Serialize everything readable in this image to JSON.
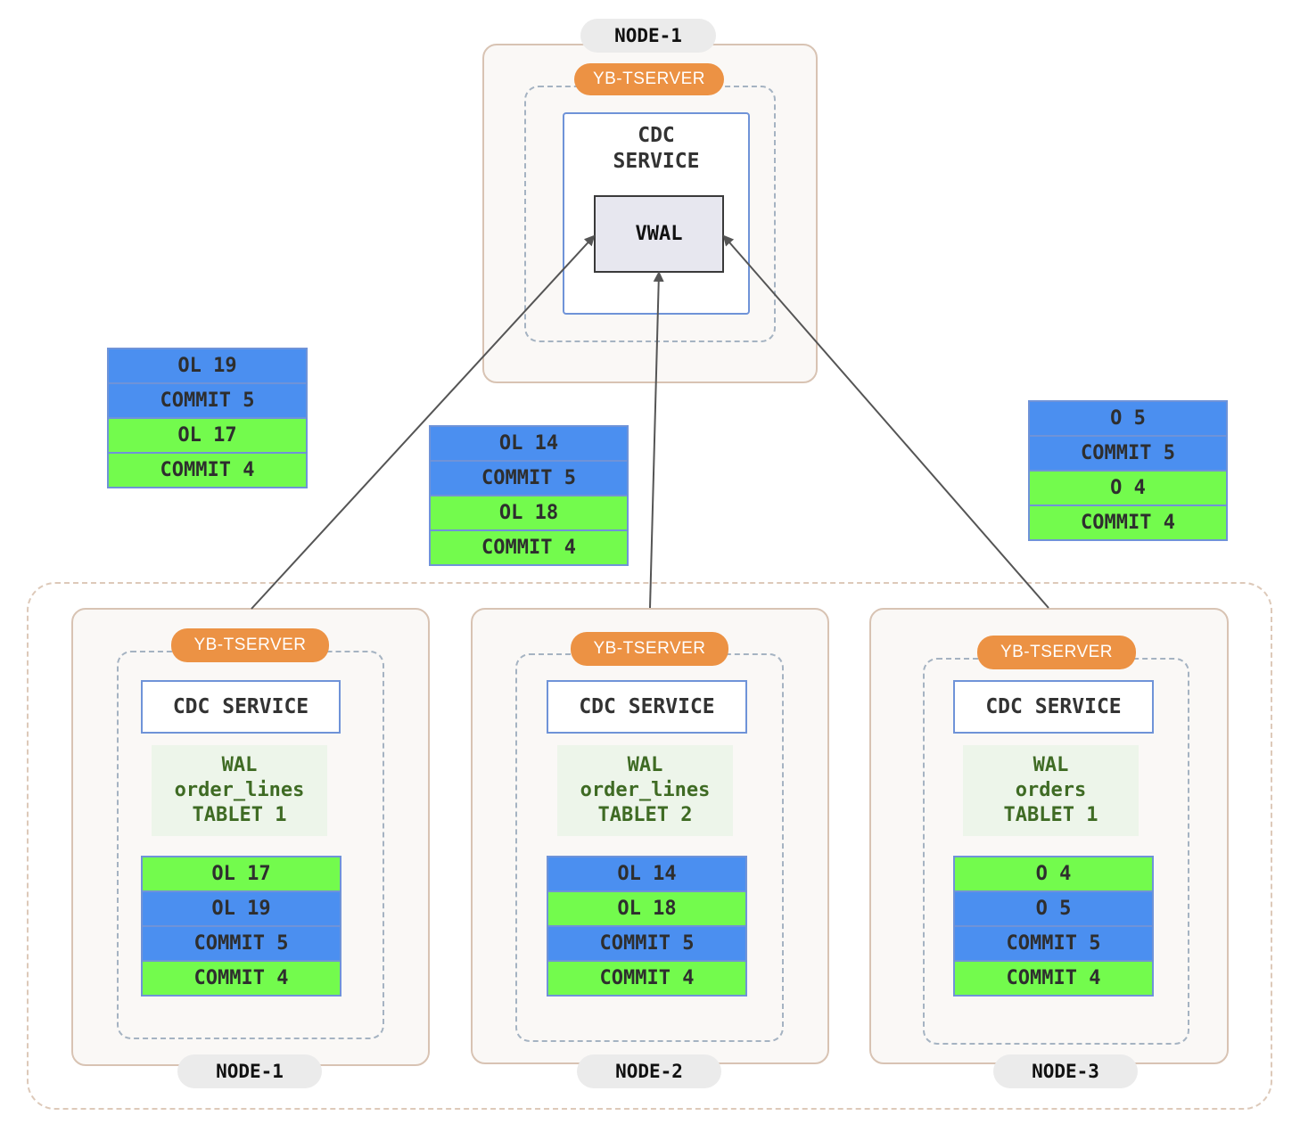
{
  "top_node": {
    "label": "NODE-1",
    "tserver_label": "YB-TSERVER",
    "service_label_line1": "CDC",
    "service_label_line2": "SERVICE",
    "vwal_label": "VWAL"
  },
  "floating_stacks": {
    "left": [
      "OL 19",
      "COMMIT 5",
      "OL 17",
      "COMMIT 4"
    ],
    "middle": [
      "OL 14",
      "COMMIT 5",
      "OL 18",
      "COMMIT 4"
    ],
    "right": [
      "O 5",
      "COMMIT 5",
      "O 4",
      "COMMIT 4"
    ]
  },
  "bottom_nodes": [
    {
      "label": "NODE-1",
      "tserver_label": "YB-TSERVER",
      "service_label": "CDC SERVICE",
      "wal": [
        "WAL",
        "order_lines",
        "TABLET 1"
      ],
      "entries": [
        "OL 17",
        "OL 19",
        "COMMIT 5",
        "COMMIT 4"
      ]
    },
    {
      "label": "NODE-2",
      "tserver_label": "YB-TSERVER",
      "service_label": "CDC SERVICE",
      "wal": [
        "WAL",
        "order_lines",
        "TABLET 2"
      ],
      "entries": [
        "OL 14",
        "OL 18",
        "COMMIT 5",
        "COMMIT 4"
      ]
    },
    {
      "label": "NODE-3",
      "tserver_label": "YB-TSERVER",
      "service_label": "CDC SERVICE",
      "wal": [
        "WAL",
        "orders",
        "TABLET 1"
      ],
      "entries": [
        "O 4",
        "O 5",
        "COMMIT 5",
        "COMMIT 4"
      ]
    }
  ],
  "colors": {
    "blue_entry": "#4b8ff0",
    "green_entry": "#73fb4d",
    "tserver_pill": "#ec9244",
    "node_border": "#d8c3b3",
    "service_border": "#6f93d8"
  }
}
